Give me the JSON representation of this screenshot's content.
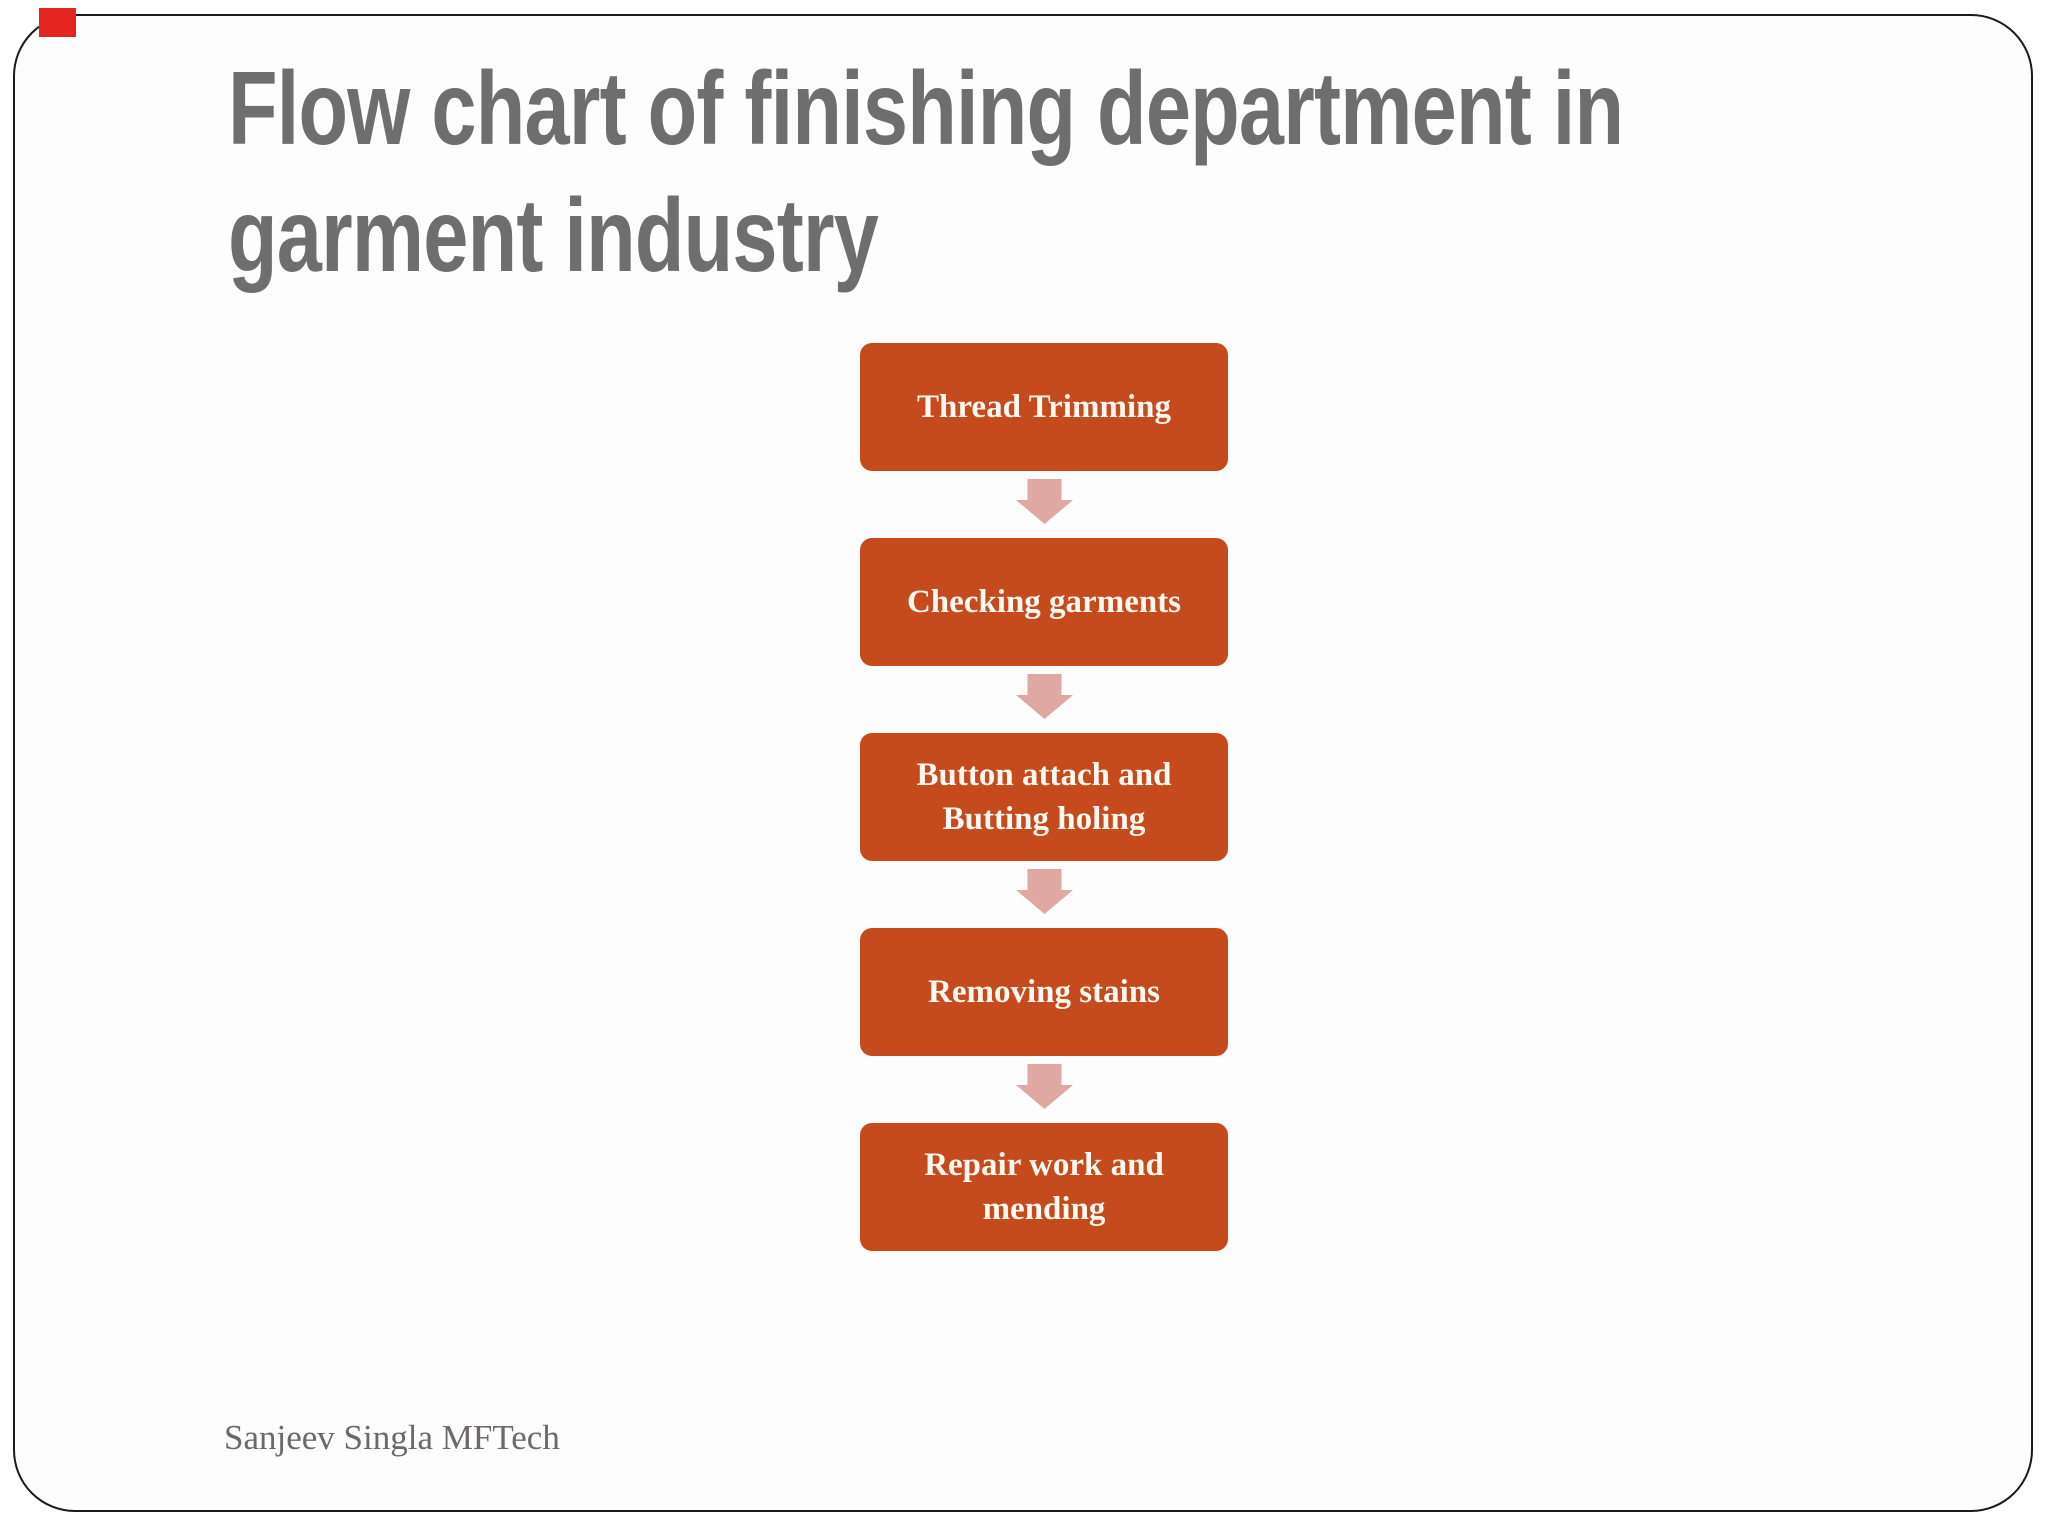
{
  "slide": {
    "title": "Flow chart of finishing department in garment industry",
    "footer": "Sanjeev Singla MFTech",
    "flowchart": {
      "steps": [
        {
          "label": "Thread Trimming"
        },
        {
          "label": "Checking garments"
        },
        {
          "label": "Button attach and Butting holing"
        },
        {
          "label": "Removing stains"
        },
        {
          "label": "Repair work and mending"
        }
      ],
      "connector": "down-arrow-icon"
    },
    "colors": {
      "box_fill": "#c54a1e",
      "box_text": "#fdf8f0",
      "arrow": "#dfa8a3",
      "title_text": "#6e6e6e",
      "footer_text": "#6d686a",
      "frame_border": "#1b1b1b",
      "corner_mark": "#e52620"
    }
  }
}
